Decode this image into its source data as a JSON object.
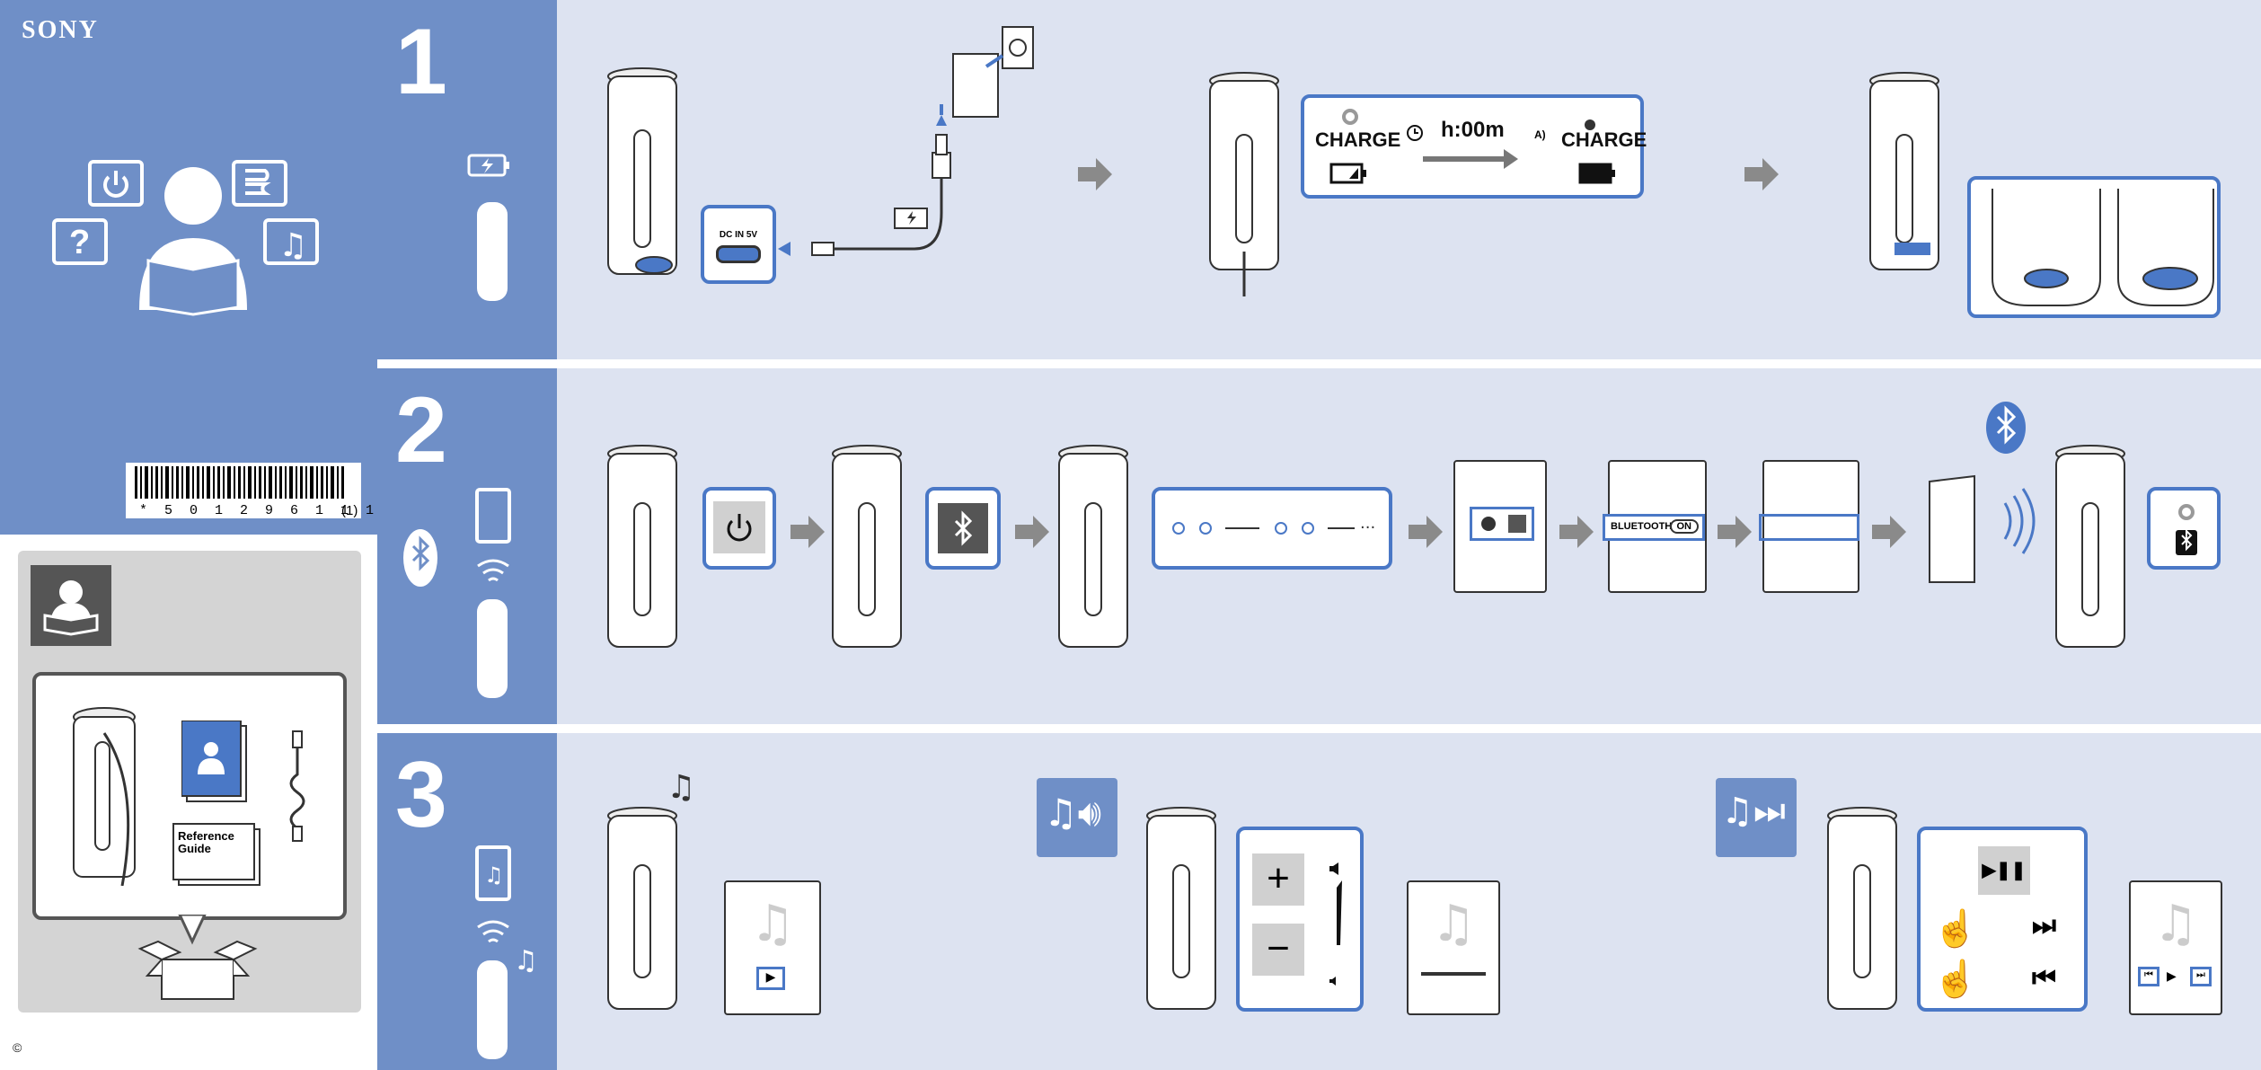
{
  "brand": {
    "name": "SONY"
  },
  "barcode": {
    "number": "* 5 0 1 2 9 6 1 1 1 *",
    "version": "(1)"
  },
  "copyright": {
    "symbol": "©"
  },
  "contents": {
    "guide_label": "Reference Guide"
  },
  "steps": [
    {
      "number": "1",
      "port_label": "DC IN 5V",
      "charge_label_start": "CHARGE",
      "timer_text": "h:00m",
      "timer_note": "A)",
      "charge_label_end": "CHARGE"
    },
    {
      "number": "2",
      "bluetooth_label": "BLUETOOTH",
      "toggle_label": "ON"
    },
    {
      "number": "3"
    }
  ],
  "colors": {
    "band_blue": "#6f8fc7",
    "panel_light": "#dde3f1",
    "accent_blue": "#4a78c6",
    "arrow_gray": "#8a8a8a"
  },
  "icons": [
    "power-icon",
    "cable-icon",
    "question-icon",
    "music-note-icon",
    "bluetooth-icon",
    "battery-charging-icon",
    "phone-icon",
    "settings-icon",
    "volume-icon",
    "play-pause-icon",
    "next-track-icon",
    "previous-track-icon"
  ]
}
